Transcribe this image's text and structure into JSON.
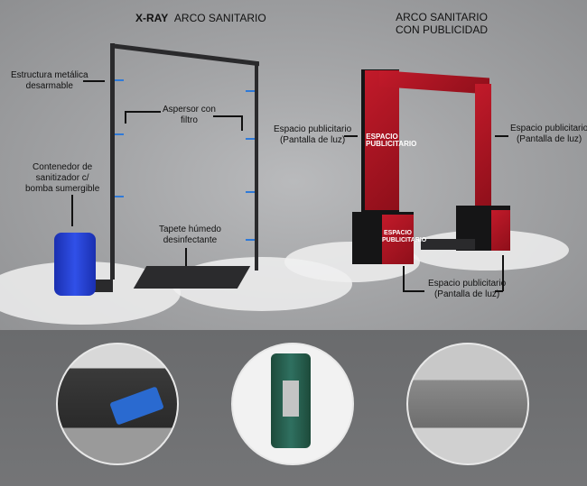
{
  "left_product": {
    "title_bold": "X-RAY",
    "title": "ARCO SANITARIO",
    "labels": {
      "structure": [
        "Estructura metálica",
        "desarmable"
      ],
      "sprayer": [
        "Aspersor  con",
        "filtro"
      ],
      "container": [
        "Contenedor de",
        "sanitizador c/",
        "bomba sumergible"
      ],
      "mat": [
        "Tapete húmedo",
        "desinfectante"
      ]
    }
  },
  "right_product": {
    "title": [
      "ARCO SANITARIO",
      "CON PUBLICIDAD"
    ],
    "labels": {
      "left": [
        "Espacio publicitario",
        "(Pantalla de luz)"
      ],
      "right": [
        "Espacio publicitario",
        "(Pantalla de luz)"
      ],
      "bottom": [
        "Espacio publicitario",
        "(Pantalla de luz)"
      ]
    },
    "ad_text": [
      "ESPACIO",
      "PUBLICITARIO"
    ]
  },
  "colors": {
    "accent_red": "#c21a2a",
    "nozzle_blue": "#2f7ad8",
    "container_blue": "#1f3fd0"
  }
}
